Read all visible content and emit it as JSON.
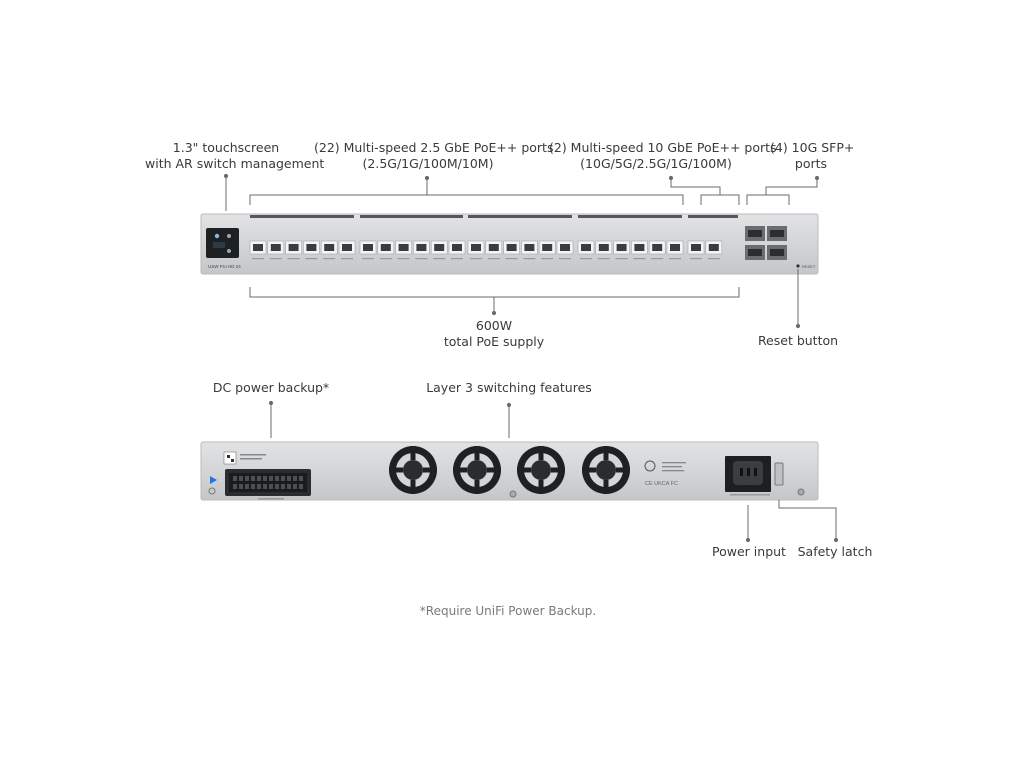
{
  "front_labels": {
    "touchscreen": [
      "1.3\" touchscreen",
      "with AR switch management"
    ],
    "ports_25g": [
      "(22) Multi-speed 2.5 GbE PoE++ ports",
      "(2.5G/1G/100M/10M)"
    ],
    "ports_10g": [
      "(2) Multi-speed 10 GbE PoE++ ports",
      "(10G/5G/2.5G/1G/100M)"
    ],
    "sfp": [
      "(4) 10G SFP+",
      "ports"
    ],
    "poe_supply": [
      "600W",
      "total PoE supply"
    ],
    "reset": "Reset button"
  },
  "front_panel": {
    "model_text": "USW Pro HD 24",
    "reset_text": "RESET"
  },
  "rear_labels": {
    "dc_backup": "DC power backup*",
    "layer3": "Layer 3 switching features",
    "power_input": "Power input",
    "safety_latch": "Safety latch"
  },
  "rear_panel": {
    "cert_marks": "CE UKCA FC"
  },
  "footnote": "*Require UniFi Power Backup.",
  "colors": {
    "chassis": "#cfd1d3",
    "chassis_edge": "#b9bbbe",
    "line": "#6b6b6b",
    "port_dark": "#3a3c3e",
    "fan": "#222"
  }
}
